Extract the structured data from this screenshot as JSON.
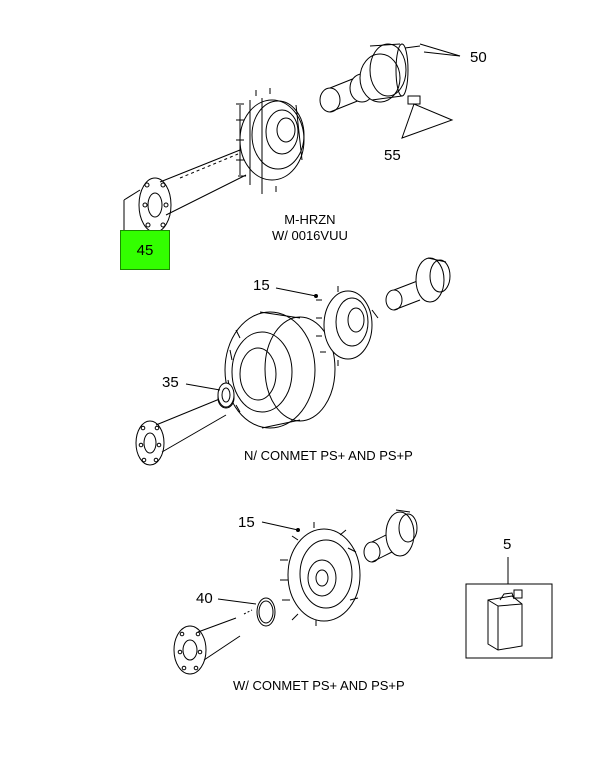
{
  "callouts": {
    "c50": "50",
    "c55": "55",
    "c45": "45",
    "c15a": "15",
    "c35": "35",
    "c15b": "15",
    "c40": "40",
    "c5": "5"
  },
  "notes": {
    "top_line1": "M-HRZN",
    "top_line2": "W/ 0016VUU",
    "middle": "N/ CONMET PS+ AND PS+P",
    "bottom": "W/ CONMET PS+ AND PS+P"
  },
  "colors": {
    "highlight": "#33ff00",
    "line": "#000000"
  }
}
